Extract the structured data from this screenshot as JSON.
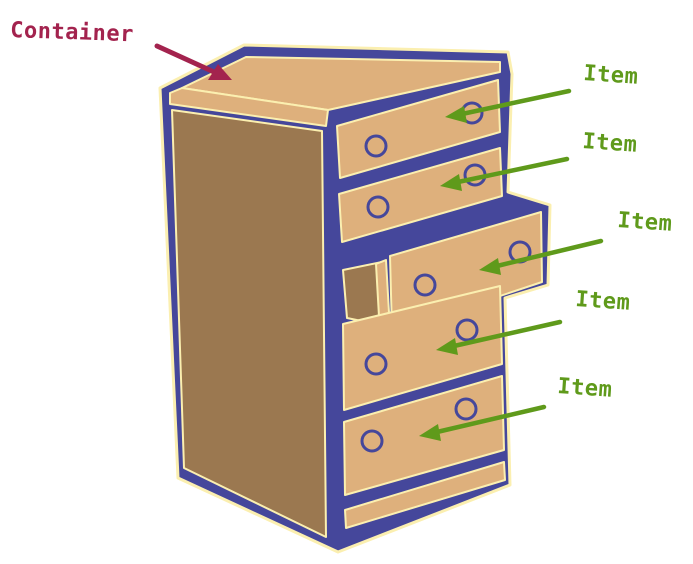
{
  "labels": {
    "container": "Container",
    "items": [
      "Item",
      "Item",
      "Item",
      "Item",
      "Item"
    ]
  },
  "colors": {
    "outline": "#45479b",
    "wood_light": "#deb07c",
    "wood_dark": "#9b7850",
    "highlight": "#fbefb0",
    "container_label": "#a3234e",
    "item_label": "#5f9a1b"
  }
}
